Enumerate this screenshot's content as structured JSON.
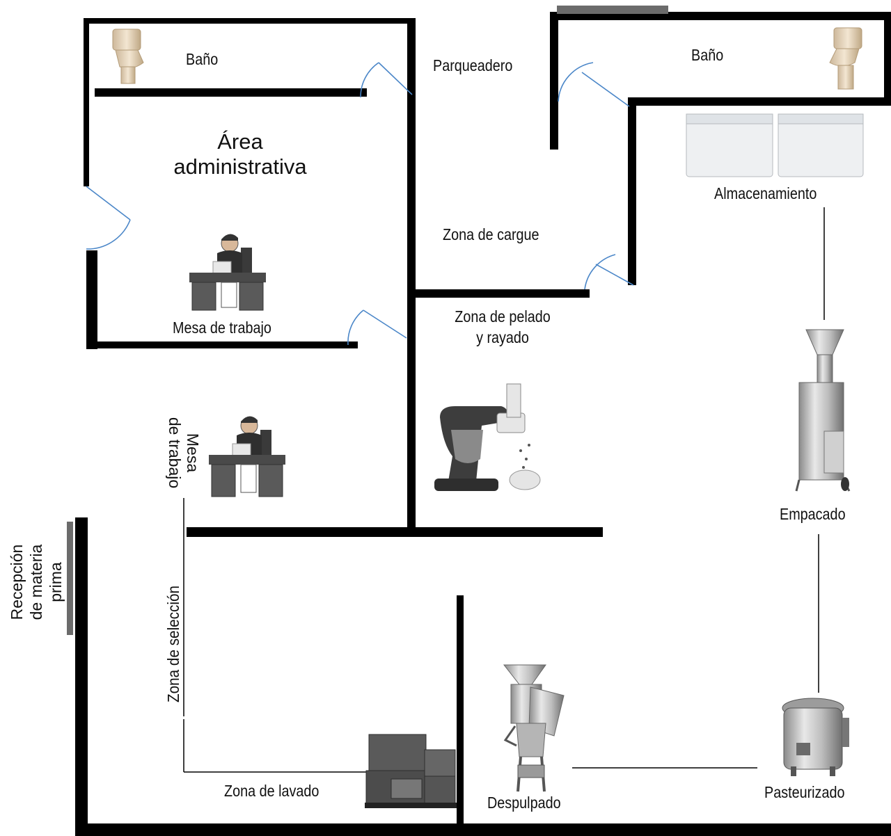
{
  "labels": {
    "bano_left": "Baño",
    "bano_right": "Baño",
    "parqueadero": "Parqueadero",
    "area_admin_line1": "Área",
    "area_admin_line2": "administrativa",
    "mesa_trabajo_admin": "Mesa de trabajo",
    "zona_cargue": "Zona de cargue",
    "almacenamiento": "Almacenamiento",
    "zona_pelado_line1": "Zona de pelado",
    "zona_pelado_line2": "y  rayado",
    "mesa_trabajo_v_line1": "Mesa",
    "mesa_trabajo_v_line2": "de trabajo",
    "recepcion_line1": "Recepción",
    "recepcion_line2": "de materia",
    "recepcion_line3": "prima",
    "zona_seleccion": "Zona de selección",
    "zona_lavado": "Zona de lavado",
    "despulpado": "Despulpado",
    "pasteurizado": "Pasteurizado",
    "empacado": "Empacado"
  },
  "icons": [
    "toilet-icon",
    "office-worker-icon",
    "chest-freezer-icon",
    "stand-mixer-grater-icon",
    "packaging-machine-icon",
    "crates-icon",
    "pulper-machine-icon",
    "pasteurizer-kettle-icon"
  ],
  "colors": {
    "wall": "#000000",
    "door": "#4a86c8",
    "grey_panel": "#6b6b6b"
  }
}
